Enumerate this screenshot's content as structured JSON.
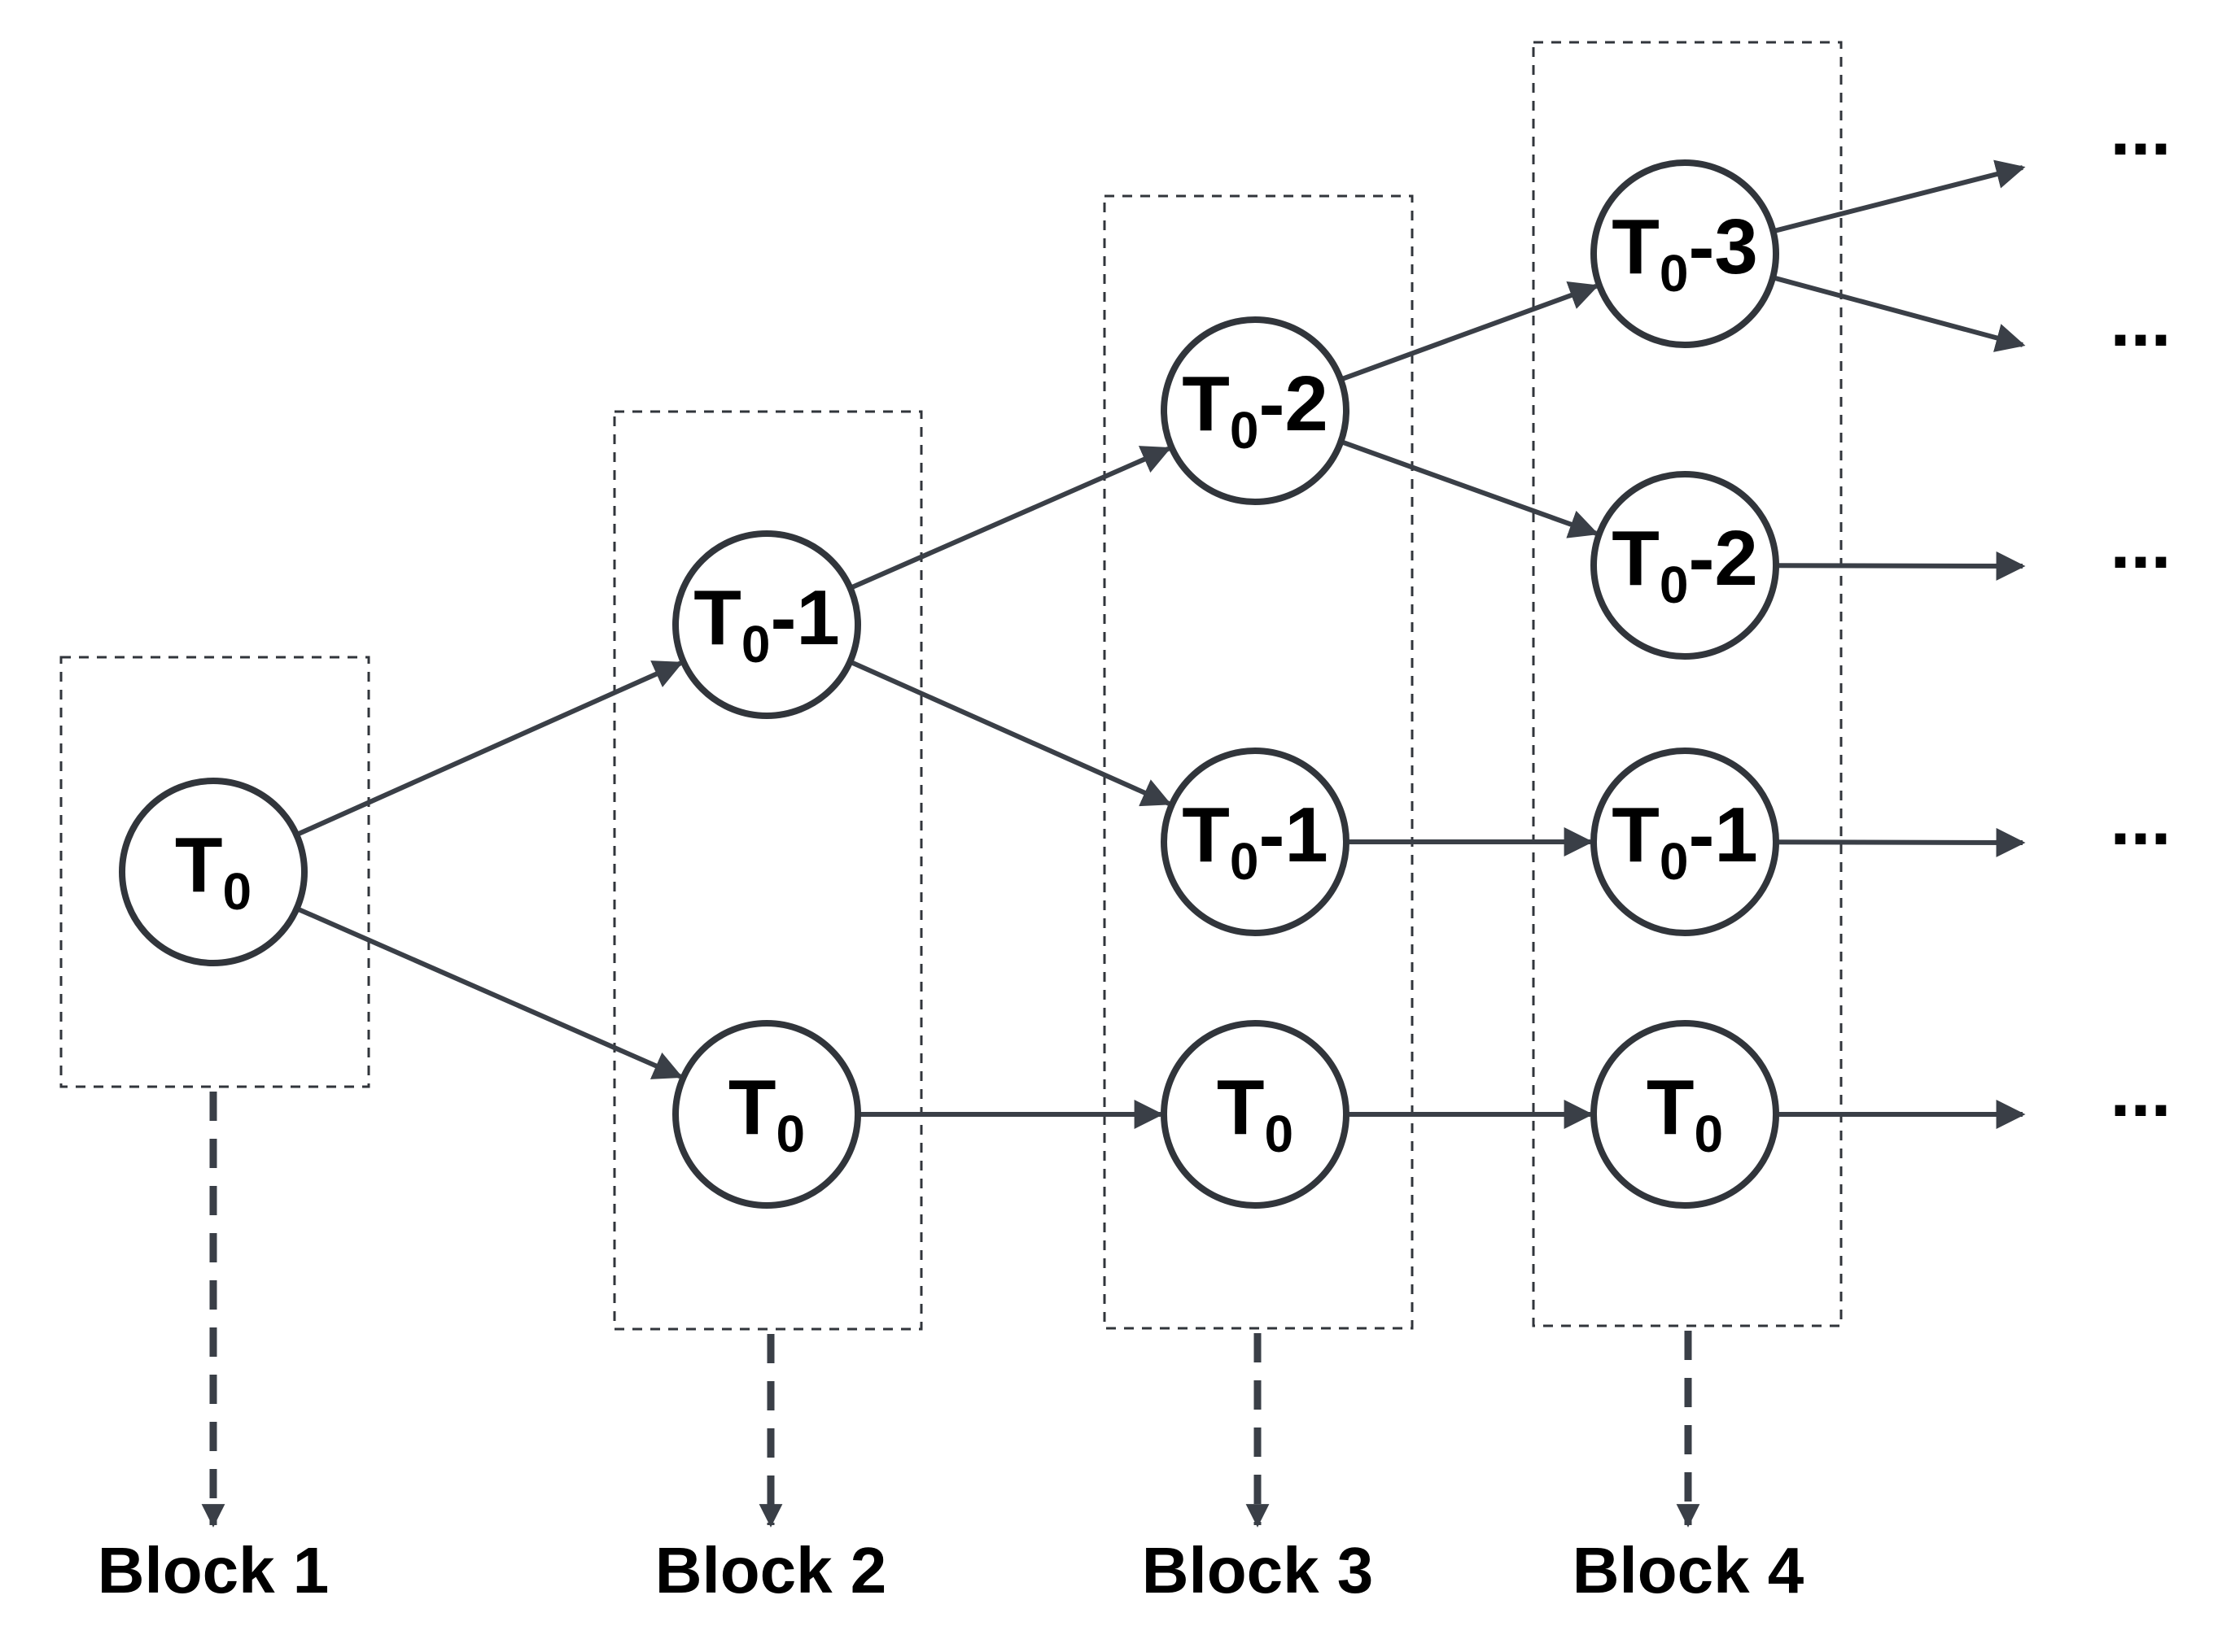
{
  "colors": {
    "stroke": "#31353b",
    "edge": "#3a3f47",
    "text": "#000000",
    "background": "#ffffff"
  },
  "blocks": [
    {
      "id": "b1",
      "label": "Block 1"
    },
    {
      "id": "b2",
      "label": "Block 2"
    },
    {
      "id": "b3",
      "label": "Block 3"
    },
    {
      "id": "b4",
      "label": "Block 4"
    }
  ],
  "nodes": [
    {
      "id": "n1",
      "block": "b1",
      "base": "T",
      "sub": "0",
      "suffix": ""
    },
    {
      "id": "n2a",
      "block": "b2",
      "base": "T",
      "sub": "0",
      "suffix": "-1"
    },
    {
      "id": "n2b",
      "block": "b2",
      "base": "T",
      "sub": "0",
      "suffix": ""
    },
    {
      "id": "n3a",
      "block": "b3",
      "base": "T",
      "sub": "0",
      "suffix": "-2"
    },
    {
      "id": "n3b",
      "block": "b3",
      "base": "T",
      "sub": "0",
      "suffix": "-1"
    },
    {
      "id": "n3c",
      "block": "b3",
      "base": "T",
      "sub": "0",
      "suffix": ""
    },
    {
      "id": "n4a",
      "block": "b4",
      "base": "T",
      "sub": "0",
      "suffix": "-3"
    },
    {
      "id": "n4b",
      "block": "b4",
      "base": "T",
      "sub": "0",
      "suffix": "-2"
    },
    {
      "id": "n4c",
      "block": "b4",
      "base": "T",
      "sub": "0",
      "suffix": "-1"
    },
    {
      "id": "n4d",
      "block": "b4",
      "base": "T",
      "sub": "0",
      "suffix": ""
    }
  ],
  "edges": [
    {
      "from": "n1",
      "to": "n2a"
    },
    {
      "from": "n1",
      "to": "n2b"
    },
    {
      "from": "n2a",
      "to": "n3a"
    },
    {
      "from": "n2a",
      "to": "n3b"
    },
    {
      "from": "n2b",
      "to": "n3c"
    },
    {
      "from": "n3a",
      "to": "n4a"
    },
    {
      "from": "n3a",
      "to": "n4b"
    },
    {
      "from": "n3b",
      "to": "n4c"
    },
    {
      "from": "n3c",
      "to": "n4d"
    },
    {
      "from": "n4a",
      "to": "e1"
    },
    {
      "from": "n4a",
      "to": "e2"
    },
    {
      "from": "n4b",
      "to": "e3"
    },
    {
      "from": "n4c",
      "to": "e4"
    },
    {
      "from": "n4d",
      "to": "e5"
    }
  ],
  "ellipses": [
    {
      "id": "e1",
      "text": "..."
    },
    {
      "id": "e2",
      "text": "..."
    },
    {
      "id": "e3",
      "text": "..."
    },
    {
      "id": "e4",
      "text": "..."
    },
    {
      "id": "e5",
      "text": "..."
    }
  ]
}
